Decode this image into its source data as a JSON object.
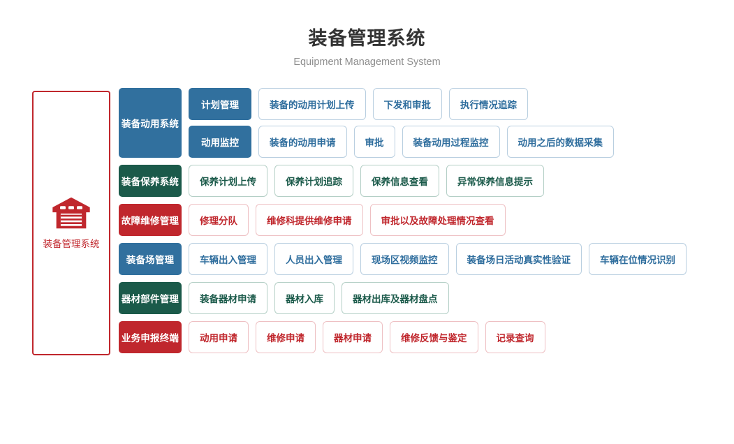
{
  "header": {
    "title": "装备管理系统",
    "subtitle": "Equipment Management System"
  },
  "root": {
    "icon": "warehouse-icon",
    "label": "装备管理系统",
    "color": "#C0272D"
  },
  "colors": {
    "blue": "#31709E",
    "blue_text": "#2E6D9D",
    "green": "#1B5A4A",
    "red": "#C0272D",
    "title": "#333333",
    "subtitle": "#8d8d8d"
  },
  "rows": [
    {
      "category": "装备动用系统",
      "theme": "blue",
      "subgroups": [
        {
          "label": "计划管理",
          "items": [
            "装备的动用计划上传",
            "下发和审批",
            "执行情况追踪"
          ]
        },
        {
          "label": "动用监控",
          "items": [
            "装备的动用申请",
            "审批",
            "装备动用过程监控",
            "动用之后的数据采集"
          ]
        }
      ]
    },
    {
      "category": "装备保养系统",
      "theme": "green",
      "items": [
        "保养计划上传",
        "保养计划追踪",
        "保养信息查看",
        "异常保养信息提示"
      ]
    },
    {
      "category": "故障维修管理",
      "theme": "red",
      "items": [
        "修理分队",
        "维修科提供维修申请",
        "审批以及故障处理情况查看"
      ]
    },
    {
      "category": "装备场管理",
      "theme": "blue",
      "items": [
        "车辆出入管理",
        "人员出入管理",
        "现场区视频监控",
        "装备场日活动真实性验证",
        "车辆在位情况识别"
      ]
    },
    {
      "category": "器材部件管理",
      "theme": "green",
      "items": [
        "装备器材申请",
        "器材入库",
        "器材出库及器材盘点"
      ]
    },
    {
      "category": "业务申报终端",
      "theme": "red",
      "items": [
        "动用申请",
        "维修申请",
        "器材申请",
        "维修反馈与鉴定",
        "记录查询"
      ]
    }
  ]
}
